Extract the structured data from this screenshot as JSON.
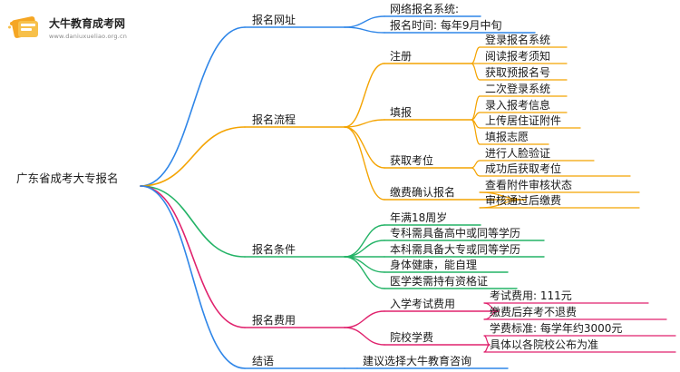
{
  "logo": {
    "title": "大牛教育成考网",
    "url": "www.daniuxueliao.org.cn",
    "icon": "book-stack-icon"
  },
  "root": "广东省成考大专报名",
  "branches": [
    {
      "label": "报名网址",
      "color": "#2f86e8",
      "items": [
        {
          "label": "网络报名系统:",
          "children": []
        },
        {
          "label": "报名时间: 每年9月中旬",
          "children": []
        }
      ]
    },
    {
      "label": "报名流程",
      "color": "#f4a300",
      "items": [
        {
          "label": "注册",
          "children": [
            "登录报名系统",
            "阅读报考须知",
            "获取预报名号"
          ]
        },
        {
          "label": "填报",
          "children": [
            "二次登录系统",
            "录入报考信息",
            "上传居住证附件",
            "填报志愿"
          ]
        },
        {
          "label": "获取考位",
          "children": [
            "进行人脸验证",
            "成功后获取考位"
          ]
        },
        {
          "label": "缴费确认报名",
          "children": [
            "查看附件审核状态",
            "审核通过后缴费"
          ]
        }
      ]
    },
    {
      "label": "报名条件",
      "color": "#23b366",
      "items": [
        {
          "label": "年满18周岁",
          "children": []
        },
        {
          "label": "专科需具备高中或同等学历",
          "children": []
        },
        {
          "label": "本科需具备大专或同等学历",
          "children": []
        },
        {
          "label": "身体健康，能自理",
          "children": []
        },
        {
          "label": "医学类需持有资格证",
          "children": []
        }
      ]
    },
    {
      "label": "报名费用",
      "color": "#e0226d",
      "items": [
        {
          "label": "入学考试费用",
          "children": [
            "考试费用: 111元",
            "缴费后弃考不退费"
          ]
        },
        {
          "label": "院校学费",
          "children": [
            "学费标准: 每学年约3000元",
            "具体以各院校公布为准"
          ]
        }
      ]
    },
    {
      "label": "结语",
      "color": "#2f86e8",
      "items": [
        {
          "label": "建议选择大牛教育咨询",
          "children": []
        }
      ]
    }
  ]
}
